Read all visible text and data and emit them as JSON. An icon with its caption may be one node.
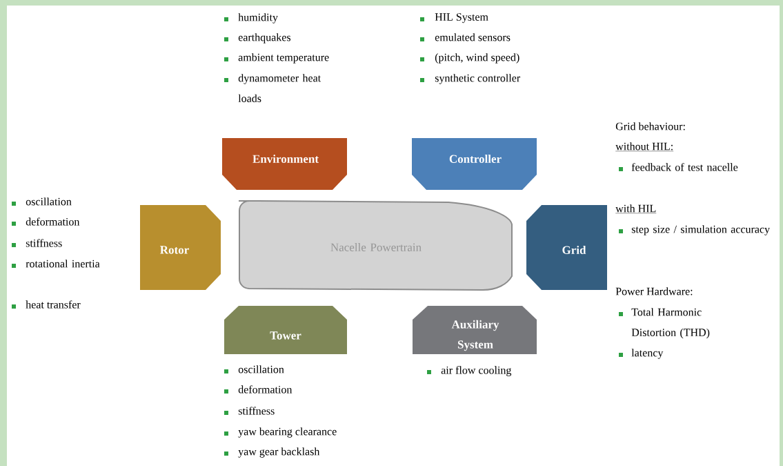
{
  "diagram": {
    "nodes": [
      {
        "text": [
          "Nacelle Powertrain"
        ]
      },
      {
        "text": [
          "Environment"
        ],
        "beside": [
          "humidity",
          "earthquakes",
          "ambient temperature",
          "dynamometer heat loads"
        ]
      },
      {
        "text": [
          "Controller"
        ],
        "beside": [
          "HIL System",
          "emulated sensors",
          "(pitch, wind speed)",
          "synthetic controller"
        ]
      },
      {
        "text": [
          "Rotor"
        ],
        "beside": [
          "oscillation",
          "deformation",
          "stiffness",
          "rotational inertia",
          "heat transfer"
        ]
      },
      {
        "text": [
          "Grid"
        ],
        "beside": [
          "Grid behaviour:",
          "without HIL:",
          "feedback of test nacelle",
          "with HIL",
          "step size / simulation accuracy",
          "Power Hardware:",
          "Total Harmonic Distortion (THD)",
          "latency"
        ]
      },
      {
        "text": [
          "Tower"
        ],
        "beside": [
          "oscillation",
          "deformation",
          "stiffness",
          "yaw bearing clearance",
          "yaw gear backlash"
        ]
      },
      {
        "text": [
          "Auxiliary System"
        ],
        "beside": [
          "air flow cooling"
        ]
      }
    ]
  }
}
